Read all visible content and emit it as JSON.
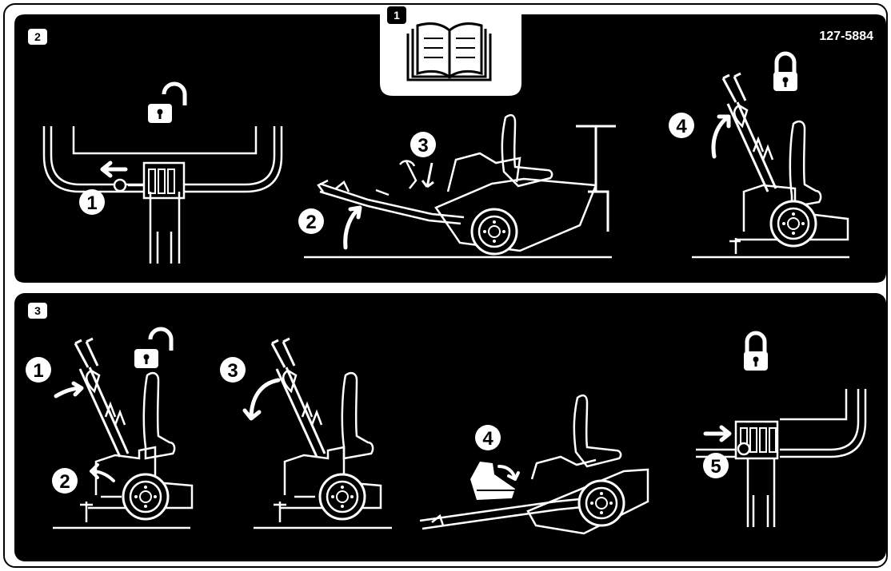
{
  "part_number": "127-5884",
  "colors": {
    "panel": "#000000",
    "ink": "#ffffff",
    "frame": "#000000"
  },
  "manual_badge": {
    "step": "1",
    "icon": "open-book-icon"
  },
  "panel_top": {
    "badge": "2",
    "callouts": [
      "1",
      "2",
      "3",
      "4"
    ],
    "icons": [
      "unlocked-padlock-icon",
      "locked-padlock-icon",
      "left-arrow-icon",
      "curved-up-arrow-icon"
    ]
  },
  "panel_bottom": {
    "badge": "3",
    "callouts": [
      "1",
      "2",
      "3",
      "4",
      "5"
    ],
    "icons": [
      "unlocked-padlock-icon",
      "locked-padlock-icon",
      "right-arrow-icon",
      "curved-arrow-icon",
      "boot-press-icon"
    ]
  }
}
